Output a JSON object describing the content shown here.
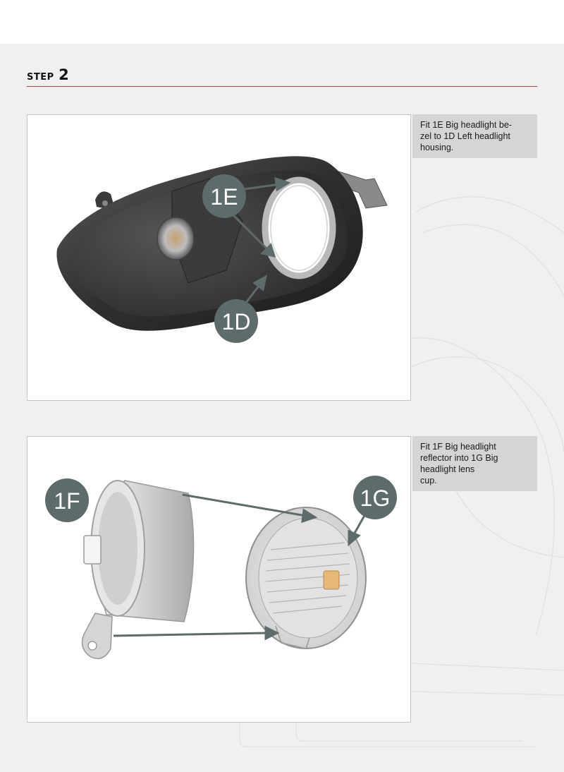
{
  "step": {
    "word": "STEP",
    "number": "2"
  },
  "colors": {
    "accent_rule": "#a8463c",
    "callout": "#5d6b6b",
    "caption_bg": "#d6d5d6"
  },
  "panels": [
    {
      "callouts": [
        "1E",
        "1D"
      ],
      "caption_lines": [
        "Fit 1E Big headlight be-",
        "zel to 1D Left headlight",
        "housing."
      ]
    },
    {
      "callouts": [
        "1F",
        "1G"
      ],
      "caption_lines": [
        "Fit 1F Big headlight",
        "reflector into 1G Big",
        "headlight lens",
        "cup."
      ]
    }
  ]
}
